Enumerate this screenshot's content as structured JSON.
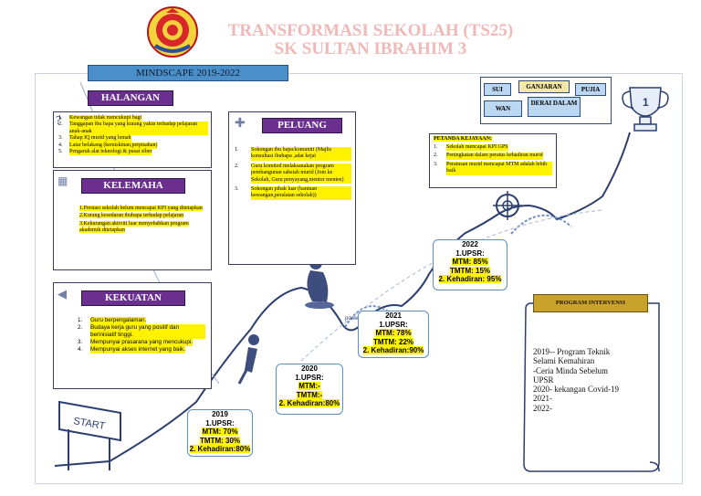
{
  "header": {
    "title_line1": "TRANSFORMASI SEKOLAH (TS25)",
    "title_line2": "SK SULTAN IBRAHIM 3"
  },
  "mindscape": {
    "label": "MINDSCAPE 2019-2022"
  },
  "halangan": {
    "title": "HALANGAN",
    "items": [
      {
        "n": "1.",
        "text": "Kewangan tidak mencukupi bagi"
      },
      {
        "n": "2.",
        "text": "Tanggapan ibu bapa yang kurang yakin terhadap pelajaran anak-anak"
      },
      {
        "n": "3.",
        "text": "Tahap IQ murid yang lemah"
      },
      {
        "n": "4.",
        "text": "Latar belakang (kemiskinan,perpisahan)"
      },
      {
        "n": "5.",
        "text": "Pengaruh alat teknologi & pusat siber"
      }
    ]
  },
  "kelemahan": {
    "title": "KELEMAHA",
    "items": [
      "1.Prestasi sekolah belum mencapai KPI yang ditetapkan",
      "2.Kurang kesedaran ibubapa terhadap pelajaran",
      "3.Kekurangan aktiviti luar menyebabkan program akademik ditetapkan"
    ]
  },
  "kekuatan": {
    "title": "KEKUATAN",
    "items": [
      {
        "n": "1.",
        "text": "Guru berpengalaman."
      },
      {
        "n": "2.",
        "text": "Budaya kerja guru yang positif dan berinisiatif tinggi."
      },
      {
        "n": "3.",
        "text": "Mempunyai prasarana yang mencukupi."
      },
      {
        "n": "4.",
        "text": "Mempunyai akses internet yang baik."
      }
    ]
  },
  "peluang": {
    "title": "PELUANG",
    "items": [
      {
        "n": "1.",
        "text": "Sokongan ibu bapa/komuniti (Majlis konsultasi ibubapa ,adat kejat"
      },
      {
        "n": "2.",
        "text": "Guru komited melaksanakan program pembangunan sahsiah murid (Jom ke Sekolah, Guru penyayang,mentor mentee)"
      },
      {
        "n": "3.",
        "text": "Sokongan pihak luar (bantuan kewangan,peralatan sekolah))"
      }
    ]
  },
  "petanda": {
    "title": "PETANDA KEJAYAAN:",
    "items": [
      {
        "n": "1.",
        "text": "Sekolah mencapai KPI GPS"
      },
      {
        "n": "2.",
        "text": "Peningkatan dalam peratus kehadiran murid"
      },
      {
        "n": "3.",
        "text": "Peratusan murid mencapai MTM adalah lebih baik"
      }
    ]
  },
  "awards": {
    "sui": "SUI",
    "ganjaran": "GANJARAN",
    "pujia": "PUJIA",
    "wan": "WAN",
    "derai_dalam": "DERAI DALAM"
  },
  "stats": [
    {
      "year": "2019",
      "upsr": "1.UPSR:",
      "mtm": "MTM: 70%",
      "tmtm": "TMTM: 30%",
      "kehadiran": "2. Kehadiran:80%"
    },
    {
      "year": "2020",
      "upsr": "1.UPSR:",
      "mtm": "MTM:-",
      "tmtm": "TMTM:-",
      "kehadiran": "2. Kehadiran:80%"
    },
    {
      "year": "2021",
      "upsr": "1.UPSR:",
      "mtm": "MTM: 78%",
      "tmtm": "TMTM: 22%",
      "kehadiran": "2. Kehadiran:90%"
    },
    {
      "year": "2022",
      "upsr": "1.UPSR:",
      "mtm": "MTM: 85%",
      "tmtm": "TMTM: 15%",
      "kehadiran": "2. Kehadiran: 95%"
    }
  ],
  "program": {
    "title": "PROGRAM INTERVENSI",
    "lines": [
      "2019-- Program Teknik",
      "Selami Kemahiran",
      "-Ceria Minda Sebelum",
      "UPSR",
      "2020- kekangan Covid-19",
      "2021-",
      "2022-"
    ]
  },
  "drawing": {
    "start": "START",
    "power": "power",
    "trophy_number": "1"
  },
  "colors": {
    "title": "#f0b8b6",
    "purple": "#6a2f8f",
    "highlight": "#fff200",
    "mindscape": "#4a8fc9",
    "program_head": "#c9a22b"
  }
}
